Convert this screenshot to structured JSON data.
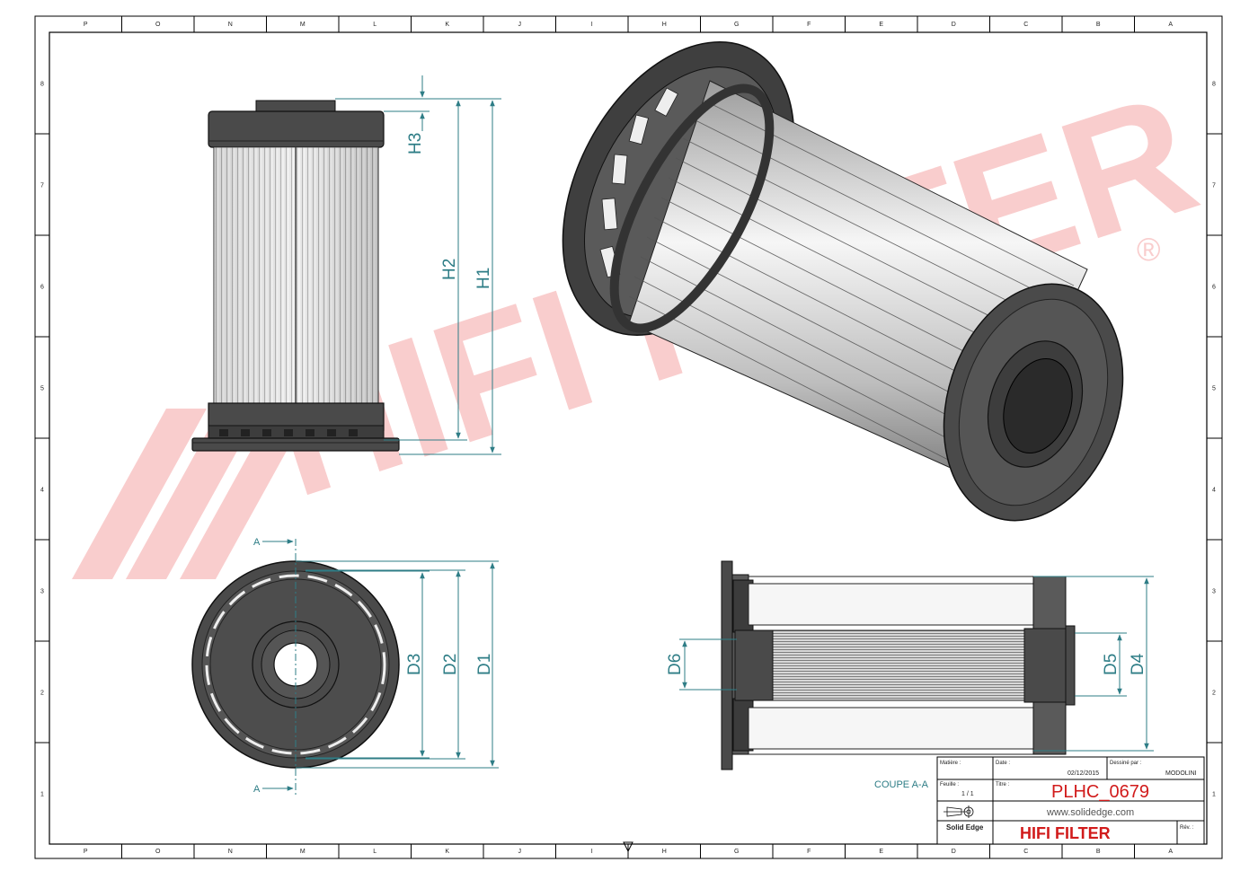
{
  "sheet": {
    "top_zones": [
      "P",
      "O",
      "N",
      "M",
      "L",
      "K",
      "J",
      "I",
      "H",
      "G",
      "F",
      "E",
      "D",
      "C",
      "B",
      "A"
    ],
    "bottom_zones": [
      "P",
      "O",
      "N",
      "M",
      "L",
      "K",
      "J",
      "I",
      "H",
      "G",
      "F",
      "E",
      "D",
      "C",
      "B",
      "A"
    ],
    "side_zones": [
      "8",
      "7",
      "6",
      "5",
      "4",
      "3",
      "2",
      "1"
    ]
  },
  "watermark": {
    "text": "HIFI FILTER",
    "registered": "®"
  },
  "dimensions": {
    "h1": "H1",
    "h2": "H2",
    "h3": "H3",
    "d1": "D1",
    "d2": "D2",
    "d3": "D3",
    "d4": "D4",
    "d5": "D5",
    "d6": "D6"
  },
  "section": {
    "marker": "A",
    "caption": "COUPE A-A"
  },
  "title_block": {
    "matiere_label": "Matière :",
    "date_label": "Date :",
    "date_value": "02/12/2015",
    "dessine_label": "Dessiné par :",
    "dessine_value": "MODOLINI",
    "feuille_label": "Feuille :",
    "feuille_value": "1 / 1",
    "titre_label": "Titre :",
    "part_number": "PLHC_0679",
    "website": "www.solidedge.com",
    "software": "Solid Edge",
    "brand": "HIFI FILTER",
    "rev_label": "Rév. :"
  }
}
